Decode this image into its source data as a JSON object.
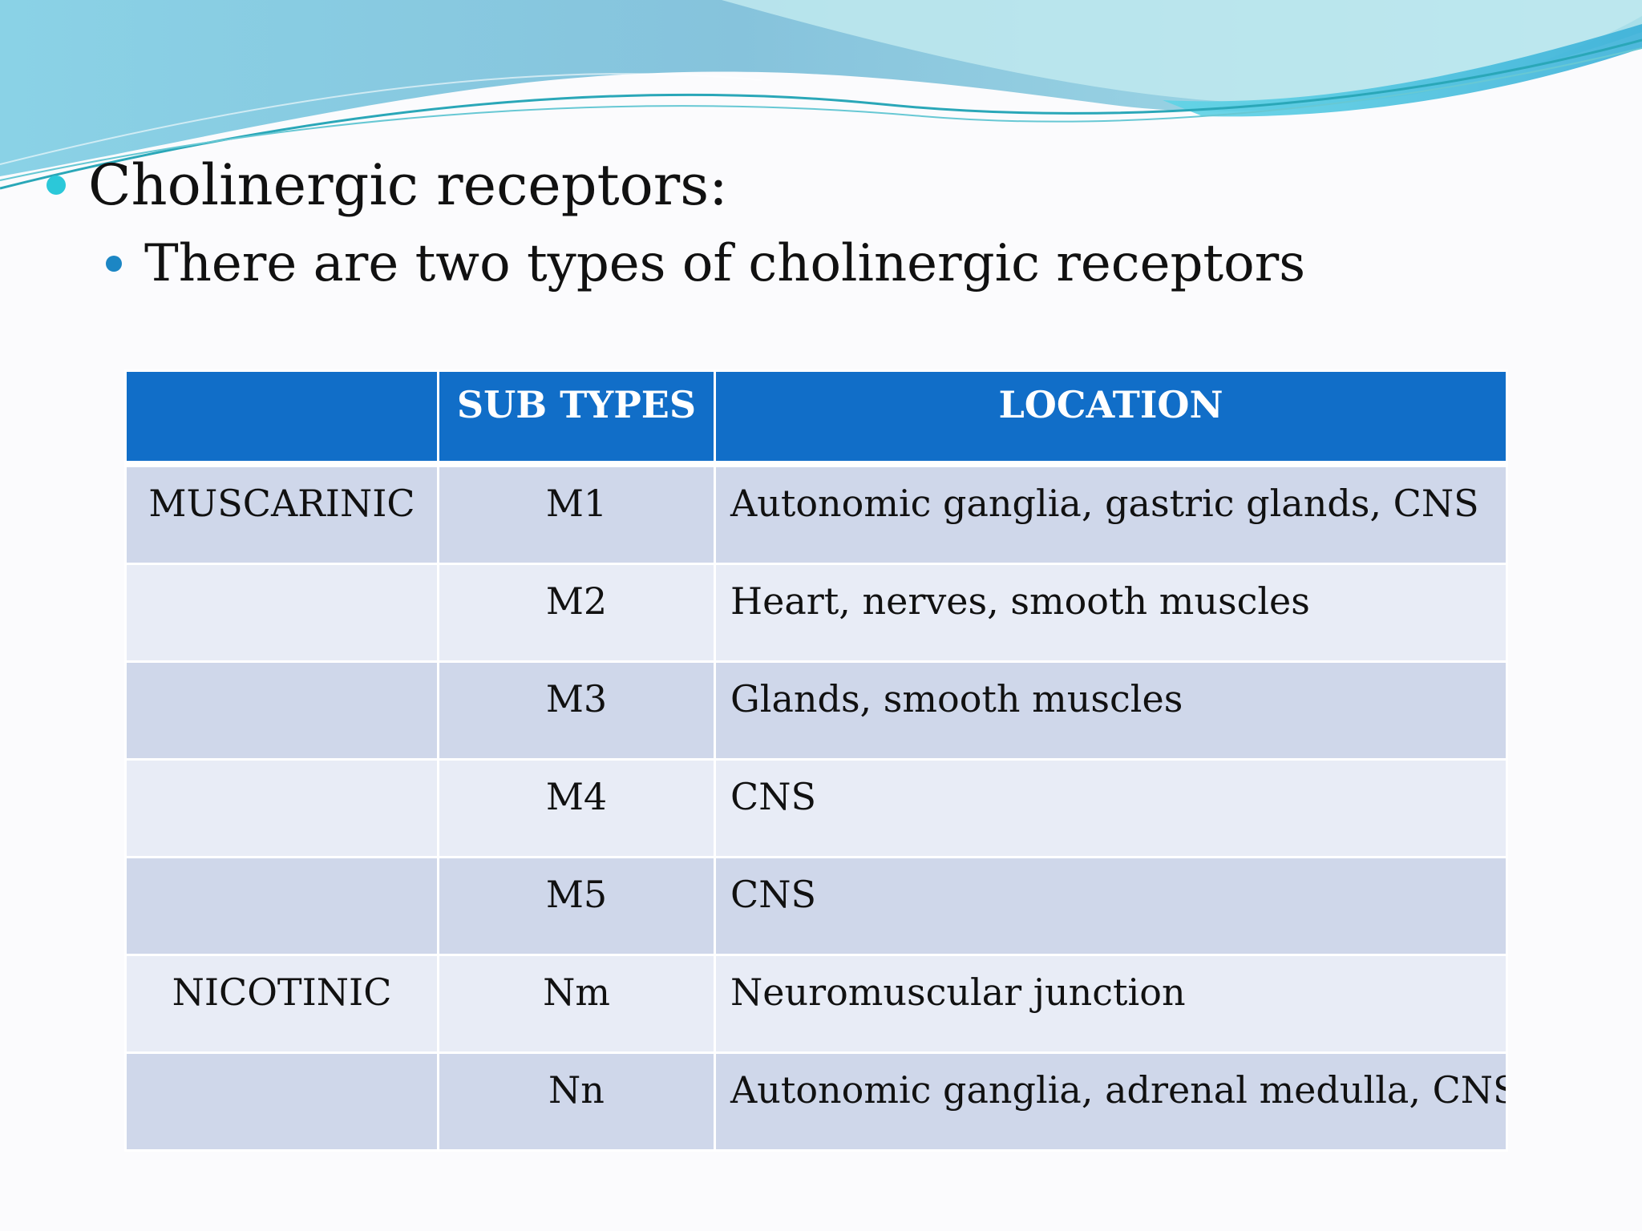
{
  "slide": {
    "title": "Cholinergic receptors:",
    "subtitle": "There are two types of cholinergic receptors"
  },
  "table": {
    "headers": [
      "",
      "SUB TYPES",
      "LOCATION"
    ],
    "rows": [
      [
        "MUSCARINIC",
        "M1",
        "Autonomic ganglia, gastric glands, CNS"
      ],
      [
        "",
        "M2",
        "Heart, nerves, smooth muscles"
      ],
      [
        "",
        "M3",
        "Glands, smooth muscles"
      ],
      [
        "",
        "M4",
        "CNS"
      ],
      [
        "",
        "M5",
        "CNS"
      ],
      [
        "NICOTINIC",
        "Nm",
        "Neuromuscular junction"
      ],
      [
        "",
        "Nn",
        "Autonomic ganglia, adrenal medulla, CNS"
      ]
    ]
  },
  "colors": {
    "header_bg": "#116ec8",
    "row_dark": "#cfd7ea",
    "row_light": "#e8ecf6",
    "bullet_primary": "#2bc8d9",
    "bullet_secondary": "#1c86c4"
  }
}
